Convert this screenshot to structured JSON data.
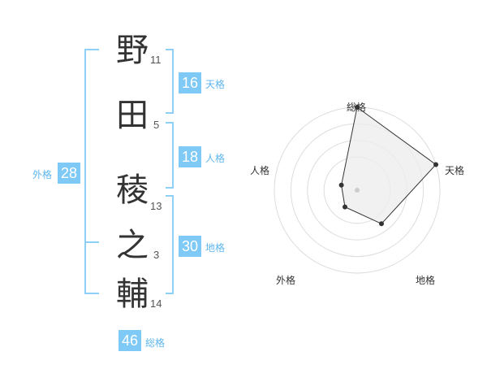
{
  "name": {
    "chars": [
      {
        "char": "野",
        "strokes": "11"
      },
      {
        "char": "田",
        "strokes": "5"
      },
      {
        "char": "稜",
        "strokes": "13"
      },
      {
        "char": "之",
        "strokes": "3"
      },
      {
        "char": "輔",
        "strokes": "14"
      }
    ]
  },
  "fortunes": {
    "tenkaku": {
      "label": "天格",
      "value": "16"
    },
    "jinkaku": {
      "label": "人格",
      "value": "18"
    },
    "chikaku": {
      "label": "地格",
      "value": "30"
    },
    "gaikaku": {
      "label": "外格",
      "value": "28"
    },
    "soukaku": {
      "label": "総格",
      "value": "46"
    }
  },
  "radar": {
    "axes": [
      "総格",
      "天格",
      "地格",
      "外格",
      "人格"
    ],
    "levels": [
      1,
      1,
      0.5,
      0.25,
      0.2
    ],
    "max": 1,
    "colors": {
      "fill": "#eeeeee",
      "stroke": "#333333",
      "grid": "#dddddd",
      "center": "#cccccc"
    }
  }
}
